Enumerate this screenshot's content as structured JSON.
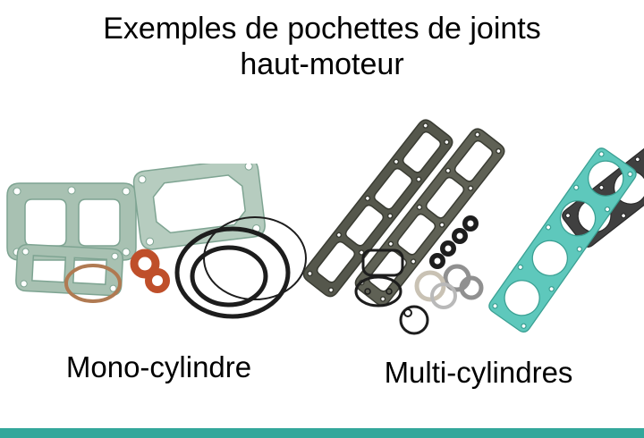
{
  "title": {
    "line1": "Exemples de pochettes de joints",
    "line2": "haut-moteur"
  },
  "labels": {
    "mono": "Mono-cylindre",
    "multi": "Multi-cylindres"
  },
  "colors": {
    "background": "#ffffff",
    "text": "#000000",
    "accent_bar": "#33a79b",
    "gasket_pale_green": "#a8c1b2",
    "gasket_teal": "#5ec8bc",
    "gasket_dark_olive": "#55574c",
    "gasket_dark_grey": "#404040",
    "gasket_orange": "#bf4f2a",
    "ring_black": "#1d1d1d",
    "ring_grey": "#909090",
    "ring_copper": "#b07a52"
  }
}
